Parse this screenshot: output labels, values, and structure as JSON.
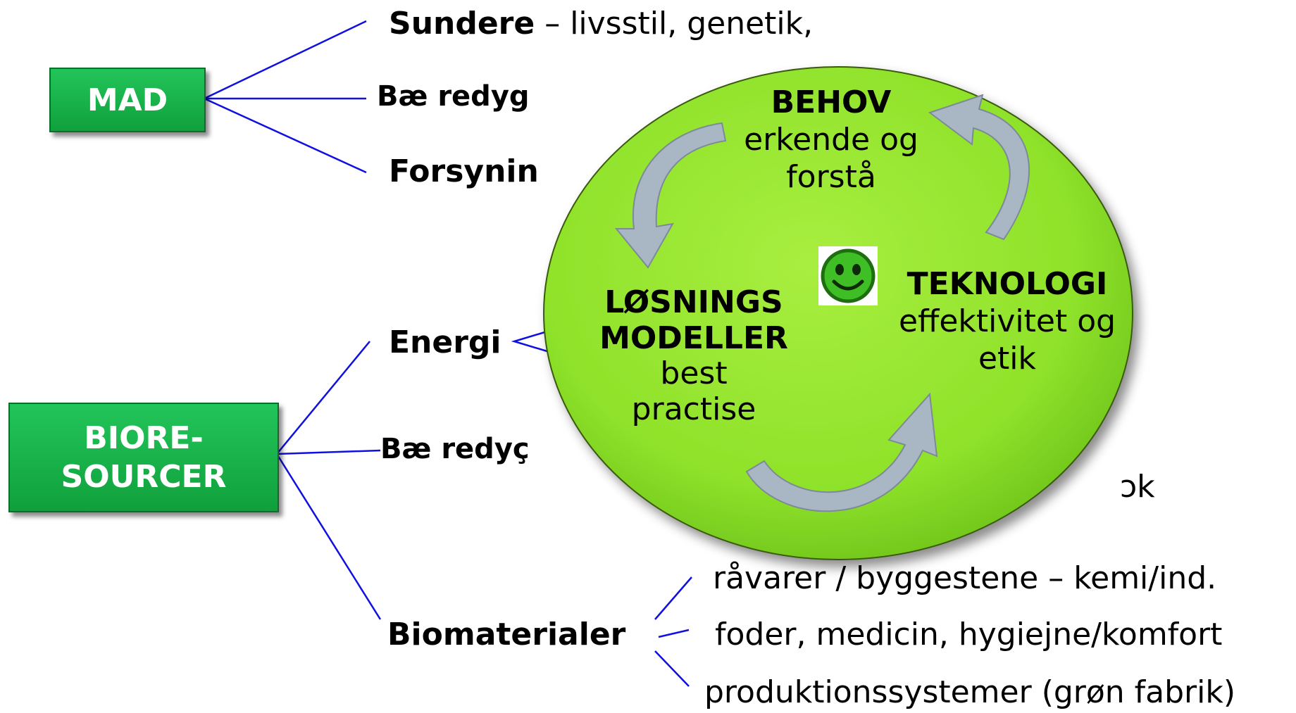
{
  "boxes": {
    "mad": "MAD",
    "bioressourcer": [
      "BIORE-",
      "SOURCER"
    ]
  },
  "mad_branches": {
    "sundere_bold": "Sundere",
    "sundere_rest": " – livsstil, genetik,",
    "baeredygtig": "Bæ redyg",
    "forsyning": "Forsynin"
  },
  "bio_branches": {
    "energi": "Energi",
    "baeredygtig": "Bæ redyç",
    "ok_fragment": "ɔk",
    "biomaterialer": "Biomaterialer",
    "biomat_items": [
      "råvarer / byggestene – kemi/ind.",
      "foder, medicin, hygiejne/komfort",
      "produktionssystemer (grøn fabrik)"
    ]
  },
  "cycle": {
    "behov": {
      "title": "BEHOV",
      "lines": [
        "erkende og",
        "forstå"
      ]
    },
    "teknologi": {
      "title": "TEKNOLOGI",
      "lines": [
        "effektivitet og",
        "etik"
      ]
    },
    "losnings": {
      "title": [
        "LØSNINGS",
        "MODELLER"
      ],
      "lines": [
        "best",
        "practise"
      ]
    },
    "icon": "smiley-icon"
  },
  "colors": {
    "box_green": "#16a94a",
    "line_blue": "#1010e0",
    "circle_green": "#93e62c",
    "arrow_gray": "#a9b6c3"
  }
}
